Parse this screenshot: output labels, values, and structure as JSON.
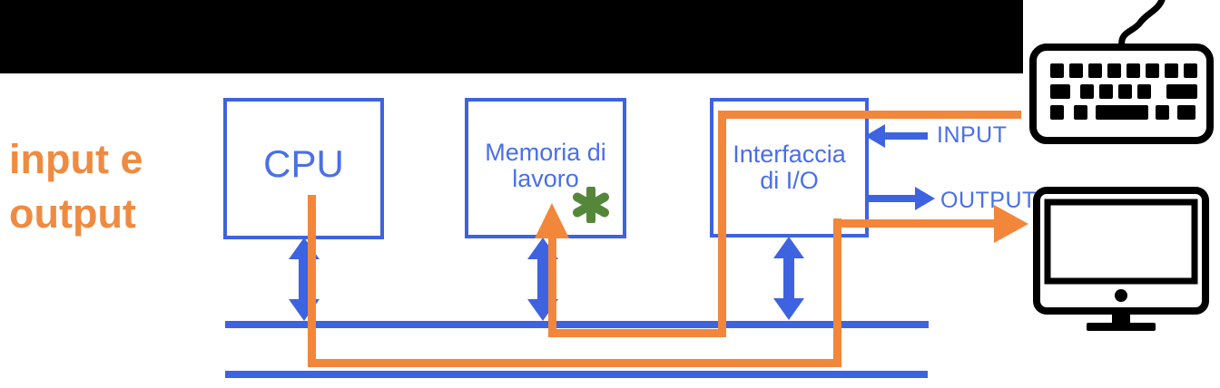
{
  "side_label": {
    "line1": "input e",
    "line2": "output"
  },
  "boxes": {
    "cpu": {
      "label": "CPU"
    },
    "memory": {
      "line1": "Memoria di",
      "line2": "lavoro",
      "note_symbol": "asterisk"
    },
    "io": {
      "line1": "Interfaccia",
      "line2": "di I/O"
    }
  },
  "arrows": {
    "input_label": "INPUT",
    "output_label": "OUTPUT"
  },
  "icons": {
    "keyboard": "keyboard-icon",
    "monitor": "monitor-icon",
    "memory_note": "asterisk-icon"
  },
  "colors": {
    "blue": "#3E63E0",
    "blue_text": "#4A6FE8",
    "orange": "#F2863A",
    "orange_text": "#EF8B41",
    "green": "#55873A",
    "black": "#000000"
  }
}
